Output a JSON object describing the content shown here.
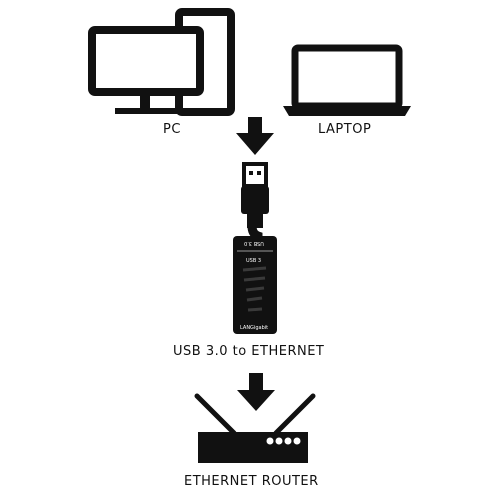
{
  "labels": {
    "pc": "PC",
    "laptop": "LAPTOP",
    "adapter": "USB 3.0 to ETHERNET",
    "router": "ETHERNET ROUTER"
  },
  "adapter_markings": {
    "top": "USB 3.0",
    "side": "USB 3",
    "brand": "LANGigabit"
  },
  "colors": {
    "ink": "#111111",
    "background": "#ffffff"
  },
  "icons": [
    "pc-icon",
    "laptop-icon",
    "arrow-down-icon",
    "usb-adapter-icon",
    "router-icon"
  ]
}
